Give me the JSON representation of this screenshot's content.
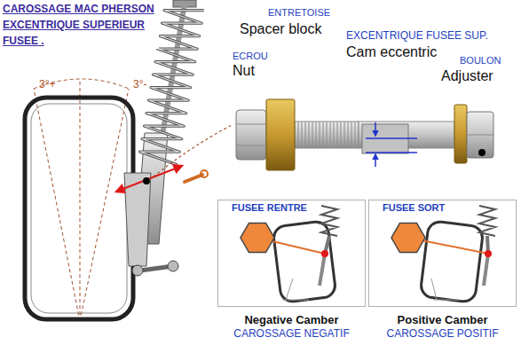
{
  "diagram": {
    "title": "CAROSSAGE MAC PHERSON EXCENTRIQUE SUPERIEUR FUSEE .",
    "nodes": [
      {
        "text": [
          "FUSEE RENTRE",
          "Negative Camber",
          "CAROSSAGE NEGATIF"
        ]
      },
      {
        "text": [
          "FUSEE SORT",
          "Positive Camber",
          "CAROSSAGE POSITIF"
        ]
      }
    ],
    "labels": [
      "3°+",
      "3°-",
      "ENTRETOISE",
      "Spacer block",
      "ECROU",
      "Nut",
      "EXCENTRIQUE FUSEE SUP.",
      "Cam eccentric",
      "BOULON",
      "Adjuster"
    ]
  }
}
